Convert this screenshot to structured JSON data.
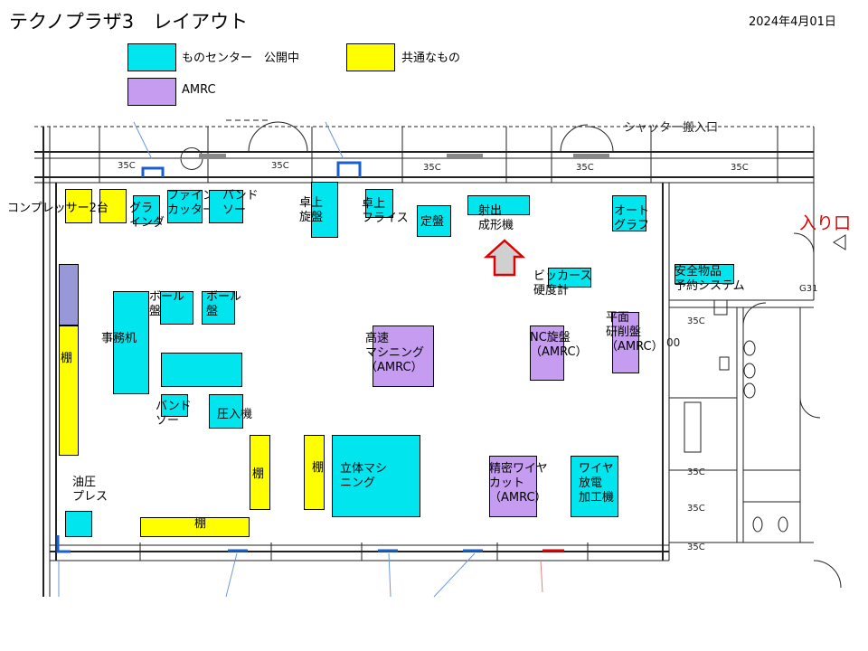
{
  "header": {
    "title": "テクノプラザ3　レイアウト",
    "date": "2024年4月01日"
  },
  "legend": [
    {
      "label": "ものセンター　公開中",
      "color": "#00e5ee"
    },
    {
      "label": "共通なもの",
      "color": "#ffff00"
    },
    {
      "label": "AMRC",
      "color": "#c59cf0"
    }
  ],
  "plan": {
    "shutter_label": "シャッター搬入口",
    "entrance_label": "入り口",
    "dimension_marks": [
      "35C",
      "35C",
      "35C",
      "35C",
      "35C",
      "35C",
      "35C",
      "35C",
      "35C",
      "G31",
      "00"
    ]
  },
  "machines": {
    "compressor": "コンプレッサー2台",
    "grinder": "グラ\nインダ",
    "fine_cutter": "ファイン\nカッター",
    "band_saw_top": "バンド\nソー",
    "bench_lathe": "卓上\n旋盤",
    "bench_milling": "卓上\nフライス",
    "surface_plate": "定盤",
    "injection_molding": "射出\n成形機",
    "autograph": "オート\nグラフ",
    "vickers": "ビッカース\n硬度計",
    "safety_reservation": "安全物品\n予約システム",
    "drill_left": "ボール\n盤",
    "drill_right": "ボール\n盤",
    "office_desk": "事務机",
    "shelf_left": "棚",
    "band_saw_bottom": "バンド\nソー",
    "press_fit": "圧入機",
    "hi_speed_machining": "高速\nマシニング\n（AMRC）",
    "nc_lathe": "NC旋盤\n（AMRC）",
    "surface_grinder": "平面\n研削盤\n（AMRC）",
    "shelf_mid1": "棚",
    "shelf_mid2": "棚",
    "vertical_machining": "立体マシ\nニング",
    "hydraulic_press": "油圧\nプレス",
    "shelf_bottom": "棚",
    "precision_wire": "精密ワイヤ\nカット\n（AMRC）",
    "wire_edm": "ワイヤ\n放電\n加工機"
  }
}
